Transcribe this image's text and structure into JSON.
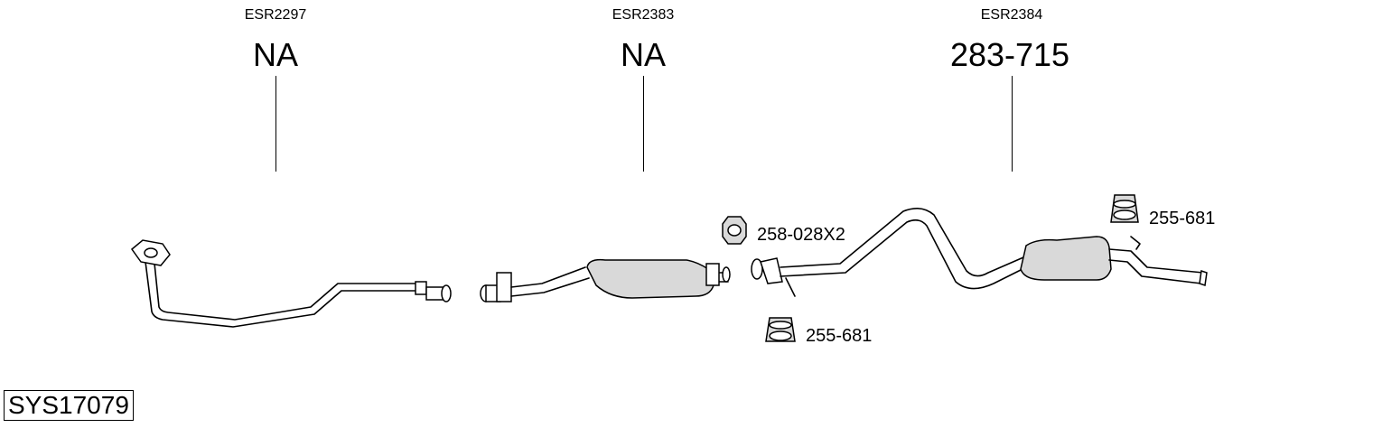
{
  "sections": [
    {
      "ref": "ESR2297",
      "part": "NA"
    },
    {
      "ref": "ESR2383",
      "part": "NA"
    },
    {
      "ref": "ESR2384",
      "part": "283-715"
    }
  ],
  "parts": {
    "nut": "258-028X2",
    "hanger_lower": "255-681",
    "hanger_upper": "255-681"
  },
  "system_code": "SYS17079"
}
